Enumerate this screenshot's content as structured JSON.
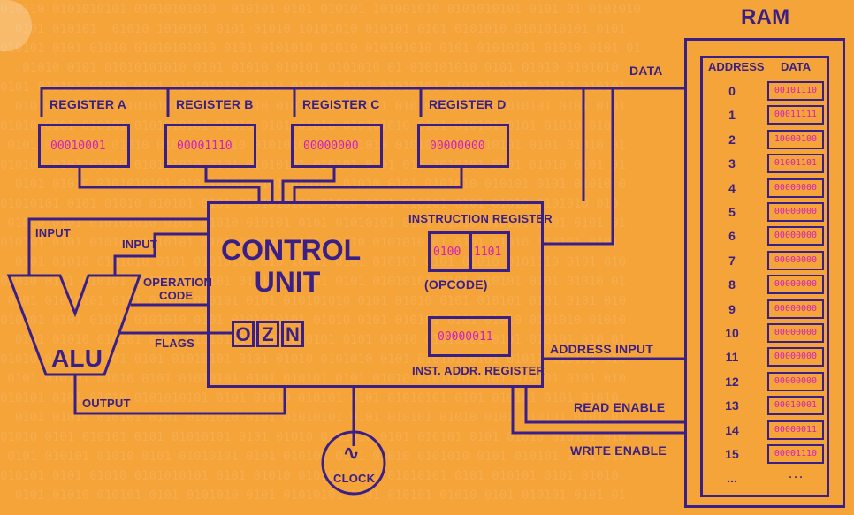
{
  "labels": {
    "data": "DATA",
    "address_input": "ADDRESS INPUT",
    "read_enable": "READ ENABLE",
    "write_enable": "WRITE ENABLE",
    "input": "INPUT",
    "operation_code_1": "OPERATION",
    "operation_code_2": "CODE",
    "flags": "FLAGS",
    "output": "OUTPUT",
    "alu": "ALU",
    "clock": "CLOCK",
    "clock_symbol": "∿"
  },
  "registers": [
    {
      "name": "REGISTER A",
      "value": "00010001"
    },
    {
      "name": "REGISTER B",
      "value": "00001110"
    },
    {
      "name": "REGISTER C",
      "value": "00000000"
    },
    {
      "name": "REGISTER D",
      "value": "00000000"
    }
  ],
  "control_unit": {
    "title_1": "CONTROL",
    "title_2": "UNIT",
    "instruction_register_label": "INSTRUCTION REGISTER",
    "opcode_value": "0100",
    "operand_value": "1101",
    "opcode_label": "(OPCODE)",
    "inst_addr_label": "INST. ADDR. REGISTER",
    "inst_addr_value": "00000011",
    "flags": [
      "O",
      "Z",
      "N"
    ]
  },
  "ram": {
    "title": "RAM",
    "col_address": "ADDRESS",
    "col_data": "DATA",
    "rows": [
      {
        "address": "0",
        "data": "00101110"
      },
      {
        "address": "1",
        "data": "00011111"
      },
      {
        "address": "2",
        "data": "10000100"
      },
      {
        "address": "3",
        "data": "01001101"
      },
      {
        "address": "4",
        "data": "00000000"
      },
      {
        "address": "5",
        "data": "00000000"
      },
      {
        "address": "6",
        "data": "00000000"
      },
      {
        "address": "7",
        "data": "00000000"
      },
      {
        "address": "8",
        "data": "00000000"
      },
      {
        "address": "9",
        "data": "00000000"
      },
      {
        "address": "10",
        "data": "00000000"
      },
      {
        "address": "11",
        "data": "00000000"
      },
      {
        "address": "12",
        "data": "00000000"
      },
      {
        "address": "13",
        "data": "00010001"
      },
      {
        "address": "14",
        "data": "00000011"
      },
      {
        "address": "15",
        "data": "00001110"
      },
      {
        "address": "...",
        "data": "..."
      }
    ]
  },
  "colors": {
    "background": "#F5A43A",
    "ink": "#3A1F87",
    "value": "#D01FC0"
  }
}
